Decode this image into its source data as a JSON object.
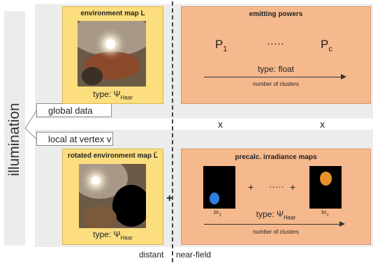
{
  "side_label": "illumination",
  "labels": {
    "global": "global data",
    "local": "local at vertex v"
  },
  "env_top": {
    "title": "environment map L",
    "type_prefix": "type: Ψ",
    "type_sub": "Haar"
  },
  "emit": {
    "title": "emitting powers",
    "p1": "P",
    "p1_sub": "1",
    "dots": "·····",
    "pc": "P",
    "pc_sub": "c",
    "type": "type: float",
    "axis": "number of clusters"
  },
  "mult": [
    "x",
    "x"
  ],
  "env_bottom": {
    "title": "rotated environment map L̄",
    "type_prefix": "type: Ψ",
    "type_sub": "Haar"
  },
  "plus_main": "+",
  "irr": {
    "title": "precalc. irradiance maps",
    "plus1": "+",
    "dots": "·····",
    "plus2": "+",
    "irr1": "Irr",
    "irr1_sub": "1",
    "irrc": "Irr",
    "irrc_sub": "c",
    "type_prefix": "type: Ψ",
    "type_sub": "Haar",
    "axis": "number of clusters"
  },
  "footer": {
    "distant": "distant",
    "near": "near-field"
  },
  "colors": {
    "yellow": "#fdde7f",
    "orange": "#f6b98d",
    "band": "#ececec",
    "blob_blue": "#2f7fe0",
    "blob_orange": "#e8922e"
  }
}
